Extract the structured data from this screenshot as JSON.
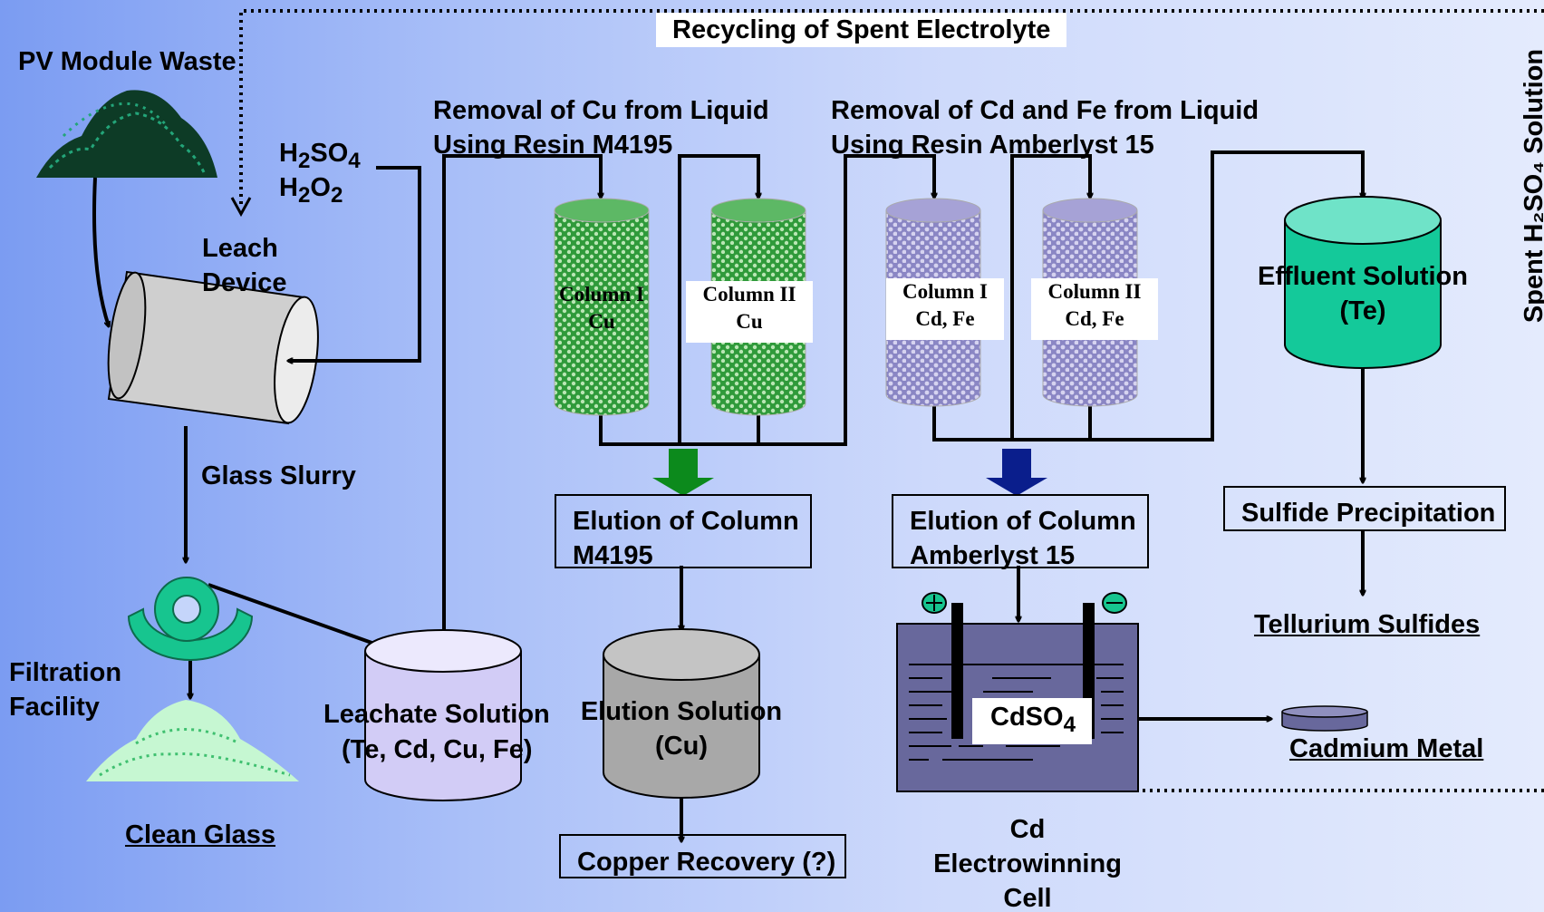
{
  "title": "Recycling of Spent Electrolyte",
  "spent_solution_label": "Spent H₂SO₄ Solution",
  "pv_module_waste": "PV Module Waste",
  "reagents": [
    "H₂SO₄",
    "H₂O₂"
  ],
  "leach_device": [
    "Leach",
    "Device"
  ],
  "glass_slurry": "Glass Slurry",
  "filtration_facility": [
    "Filtration",
    "Facility"
  ],
  "clean_glass": "Clean Glass",
  "leachate_solution": [
    "Leachate Solution",
    "(Te, Cd, Cu, Fe)"
  ],
  "cu_removal": [
    "Removal of Cu  from Liquid",
    "Using Resin  M4195"
  ],
  "cdfe_removal": [
    "Removal of Cd and Fe  from Liquid",
    "Using Resin  Amberlyst 15"
  ],
  "columns": [
    {
      "line1": "Column I",
      "line2": "Cu"
    },
    {
      "line1": "Column II",
      "line2": "Cu"
    },
    {
      "line1": "Column I",
      "line2": "Cd, Fe"
    },
    {
      "line1": "Column II",
      "line2": "Cd, Fe"
    }
  ],
  "effluent_solution": [
    "Effluent Solution",
    "(Te)"
  ],
  "elution_m4195": [
    "Elution of Column",
    "M4195"
  ],
  "elution_amberlyst": [
    "Elution of Column",
    "Amberlyst 15"
  ],
  "elution_solution": [
    "Elution Solution",
    "(Cu)"
  ],
  "copper_recovery": "Copper Recovery (?)",
  "sulfide_precipitation": "Sulfide Precipitation",
  "tellurium_sulfides": "Tellurium Sulfides",
  "cdso4": "CdSO₄",
  "cadmium_metal": "Cadmium Metal",
  "electrowinning_cell": [
    "Cd",
    "Electrowinning",
    "Cell"
  ],
  "colors": {
    "cu_resin": "#2f9a3a",
    "cdfe_resin": "#8a86c4",
    "effluent": "#14c99a",
    "cell": "#68689c",
    "green_arrow": "#0c8a1c",
    "blue_arrow": "#0a1e8c"
  }
}
